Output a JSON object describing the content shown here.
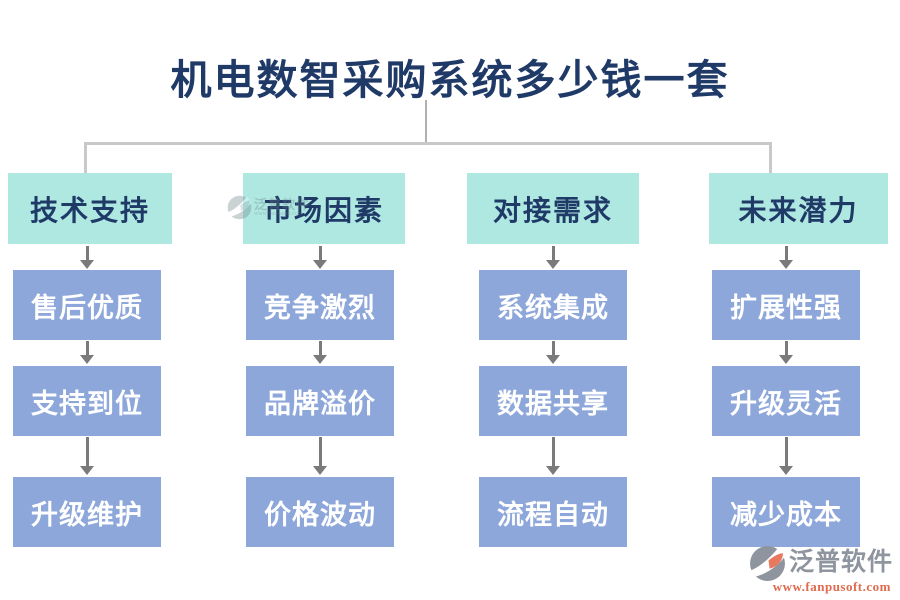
{
  "title": "机电数智采购系统多少钱一套",
  "columns": [
    {
      "header": "技术支持",
      "items": [
        "售后优质",
        "支持到位",
        "升级维护"
      ]
    },
    {
      "header": "市场因素",
      "items": [
        "竞争激烈",
        "品牌溢价",
        "价格波动"
      ]
    },
    {
      "header": "对接需求",
      "items": [
        "系统集成",
        "数据共享",
        "流程自动"
      ]
    },
    {
      "header": "未来潜力",
      "items": [
        "扩展性强",
        "升级灵活",
        "减少成本"
      ]
    }
  ],
  "branding": {
    "name": "泛普软件",
    "url": "www.fanpusoft.com"
  },
  "colors": {
    "navy": "#203a68",
    "mint": "#aee8e1",
    "blue": "#8ea7da",
    "line": "#c9c9c9",
    "arrow": "#7a7a7a",
    "brand-gray": "#8e959e",
    "brand-orange": "#e8795f",
    "url-orange": "#e06a4e"
  }
}
